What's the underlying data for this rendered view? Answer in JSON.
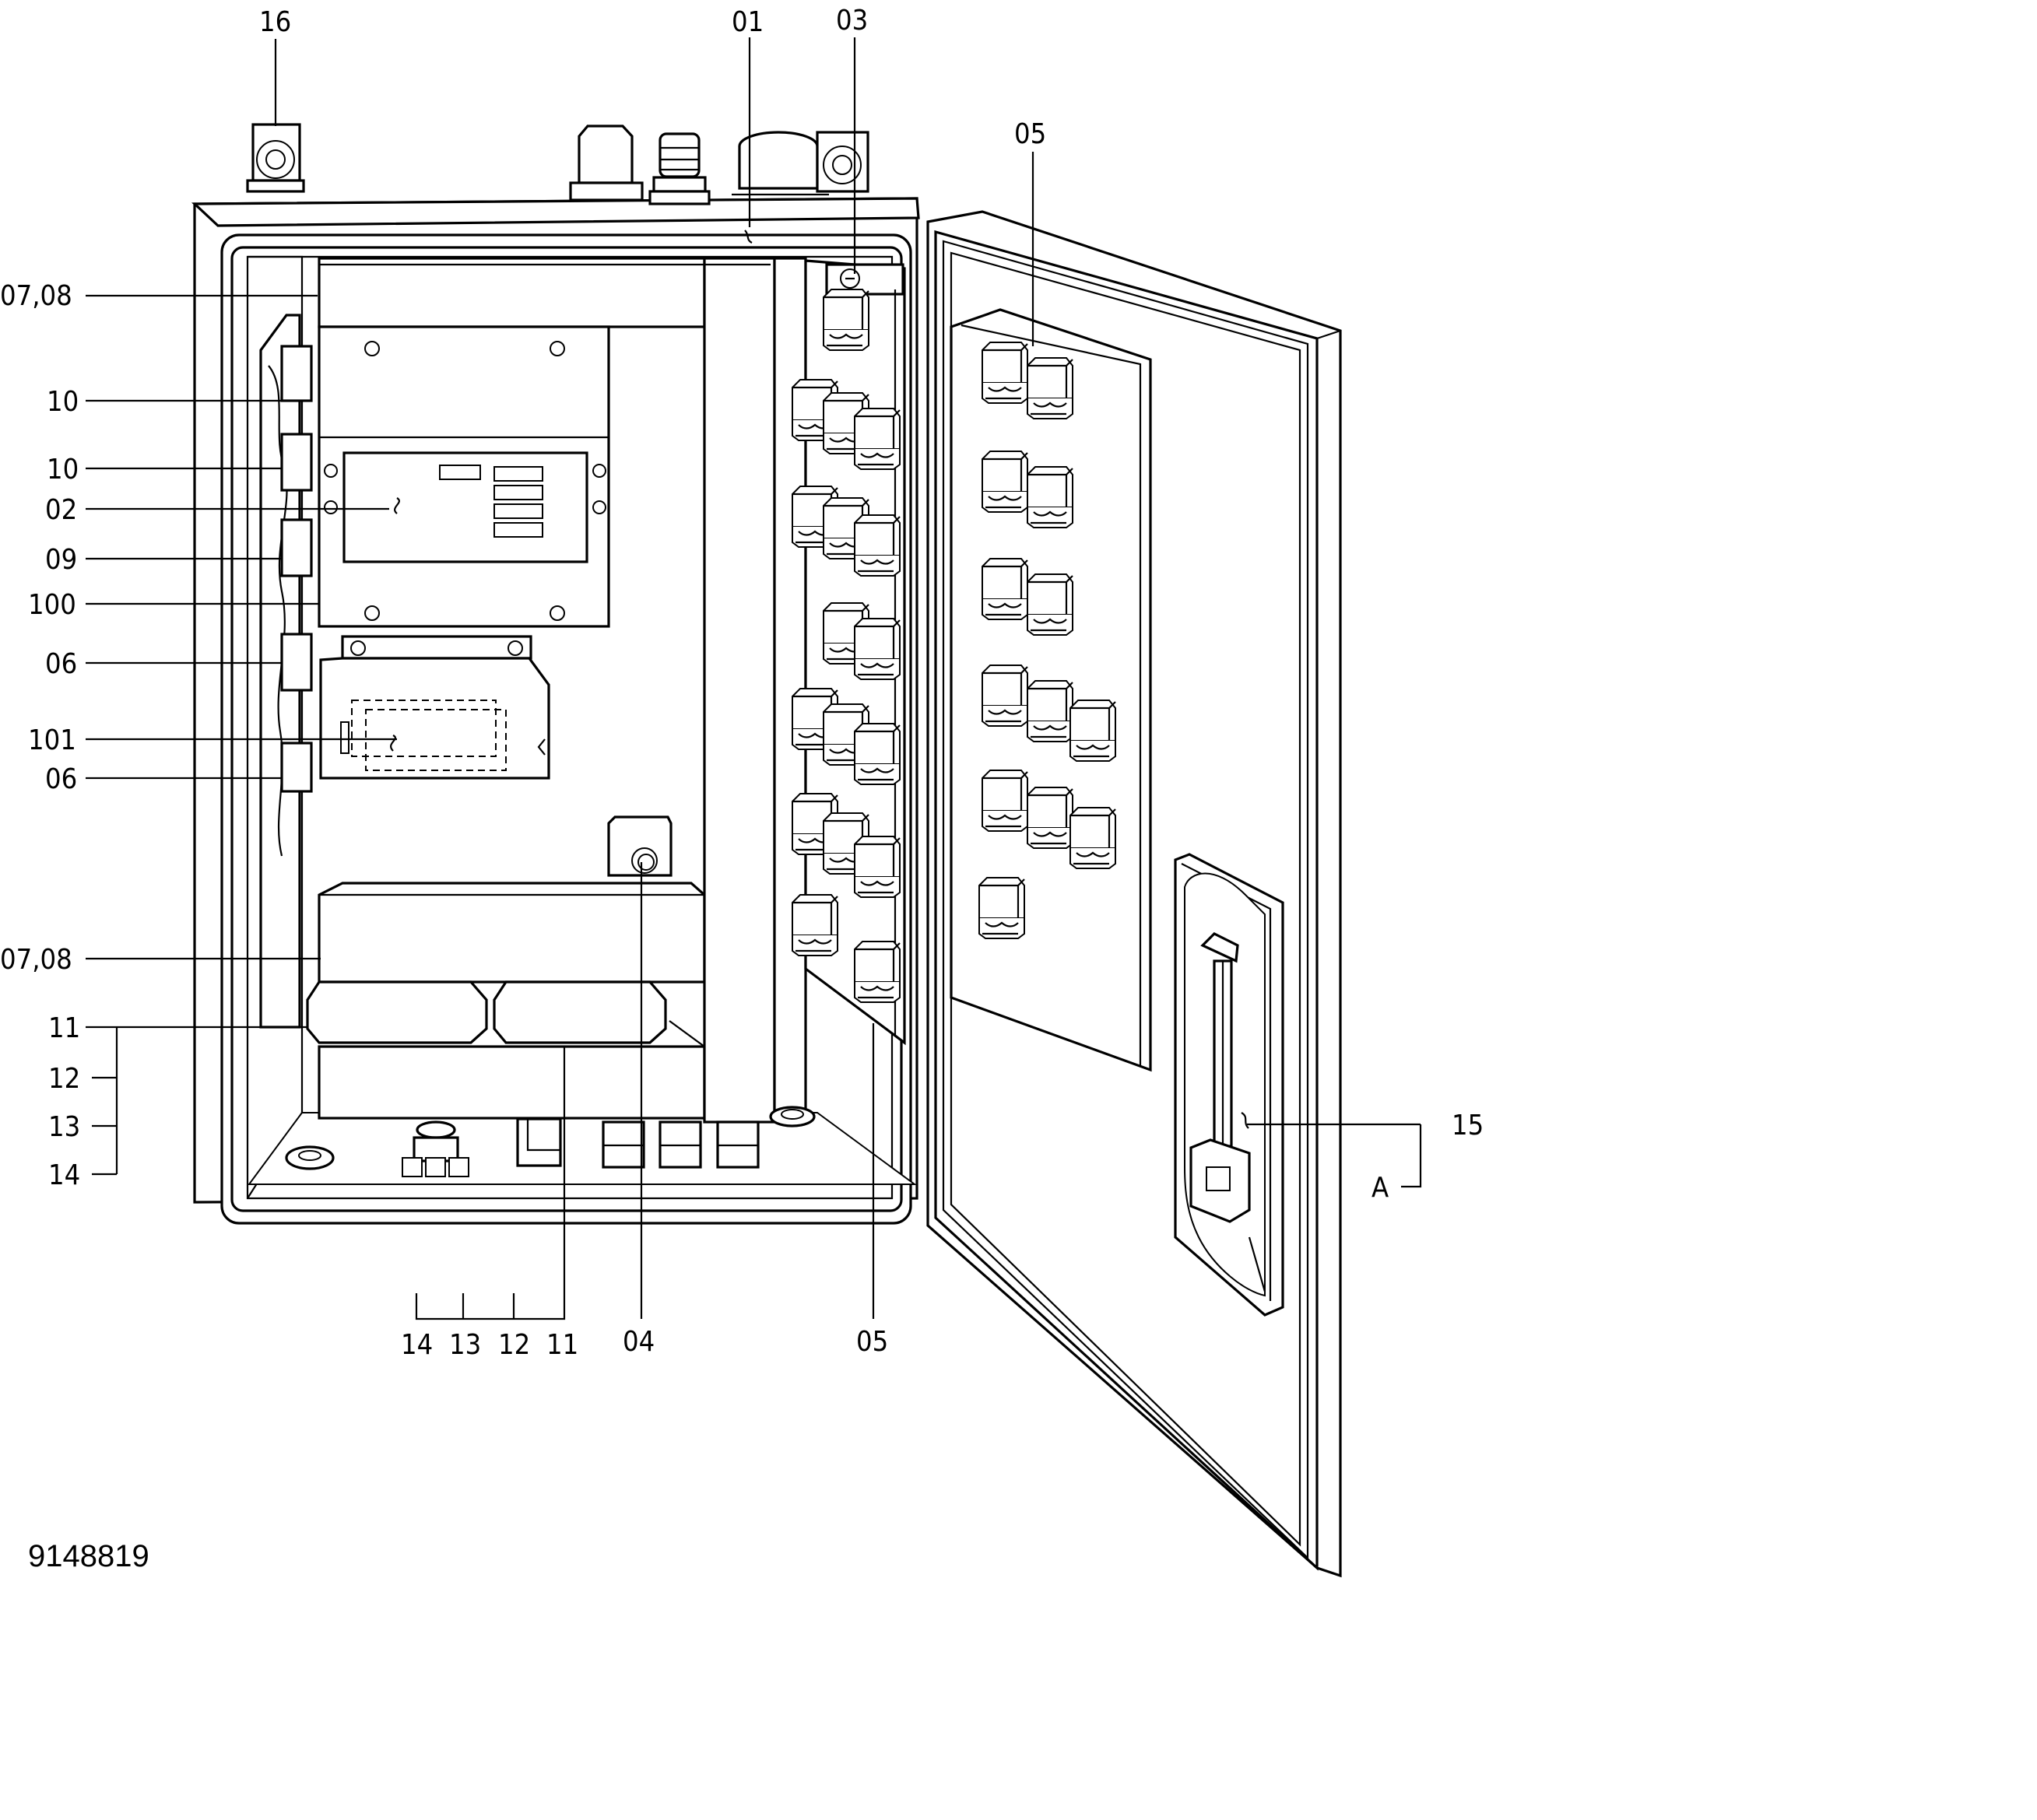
{
  "figure_id": "9148819",
  "labels": {
    "l16": "16",
    "l01": "01",
    "l03": "03",
    "l05_top": "05",
    "l0708_top": "07,08",
    "l10_a": "10",
    "l10_b": "10",
    "l02": "02",
    "l09": "09",
    "l100": "100",
    "l06_a": "06",
    "l101": "101",
    "l06_b": "06",
    "l0708_bot": "07,08",
    "l11_left": "11",
    "l12_left": "12",
    "l13_left": "13",
    "l14_left": "14",
    "l14_bot": "14",
    "l13_bot": "13",
    "l12_bot": "12",
    "l11_bot": "11",
    "l04": "04",
    "l05_bot": "05",
    "l15": "15",
    "lA": "A"
  }
}
